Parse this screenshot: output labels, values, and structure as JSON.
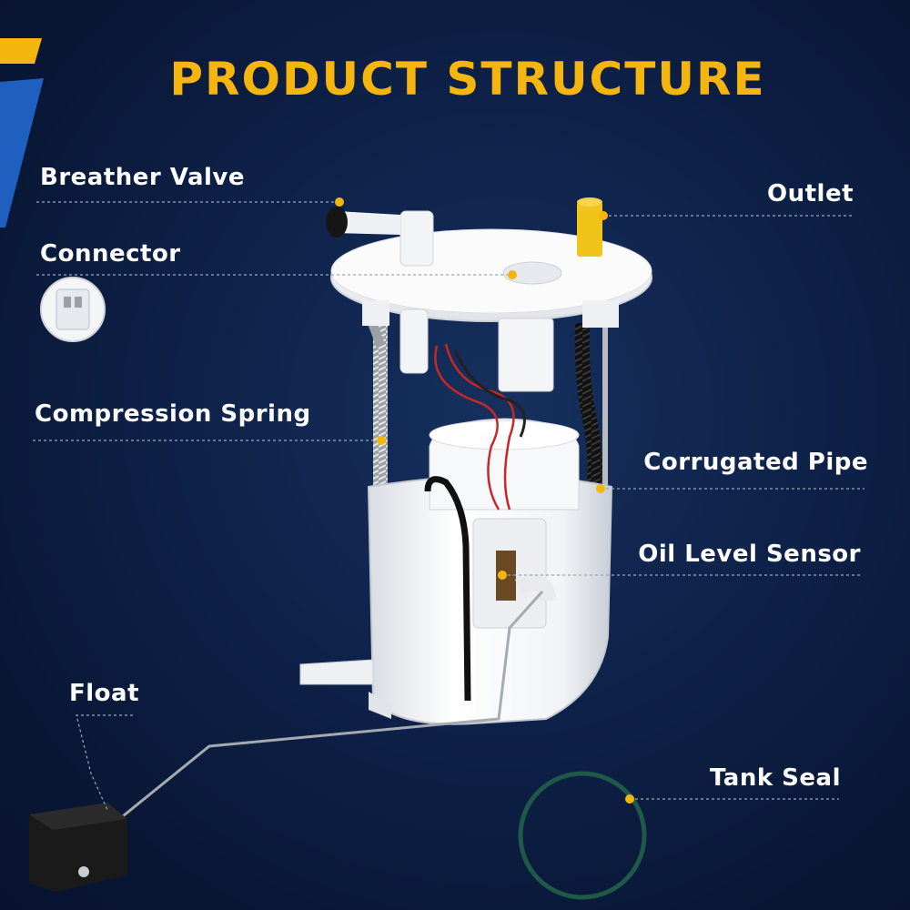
{
  "title": "PRODUCT STRUCTURE",
  "labels": {
    "breather_valve": "Breather Valve",
    "connector": "Connector",
    "compression_spring": "Compression Spring",
    "outlet": "Outlet",
    "corrugated_pipe": "Corrugated Pipe",
    "oil_level_sensor": "Oil Level Sensor",
    "float": "Float",
    "tank_seal": "Tank Seal"
  },
  "colors": {
    "accent": "#f5b50f",
    "background": "#0e2148",
    "stripe_blue": "#1f5fbf",
    "seal_green": "#1f5a48"
  }
}
